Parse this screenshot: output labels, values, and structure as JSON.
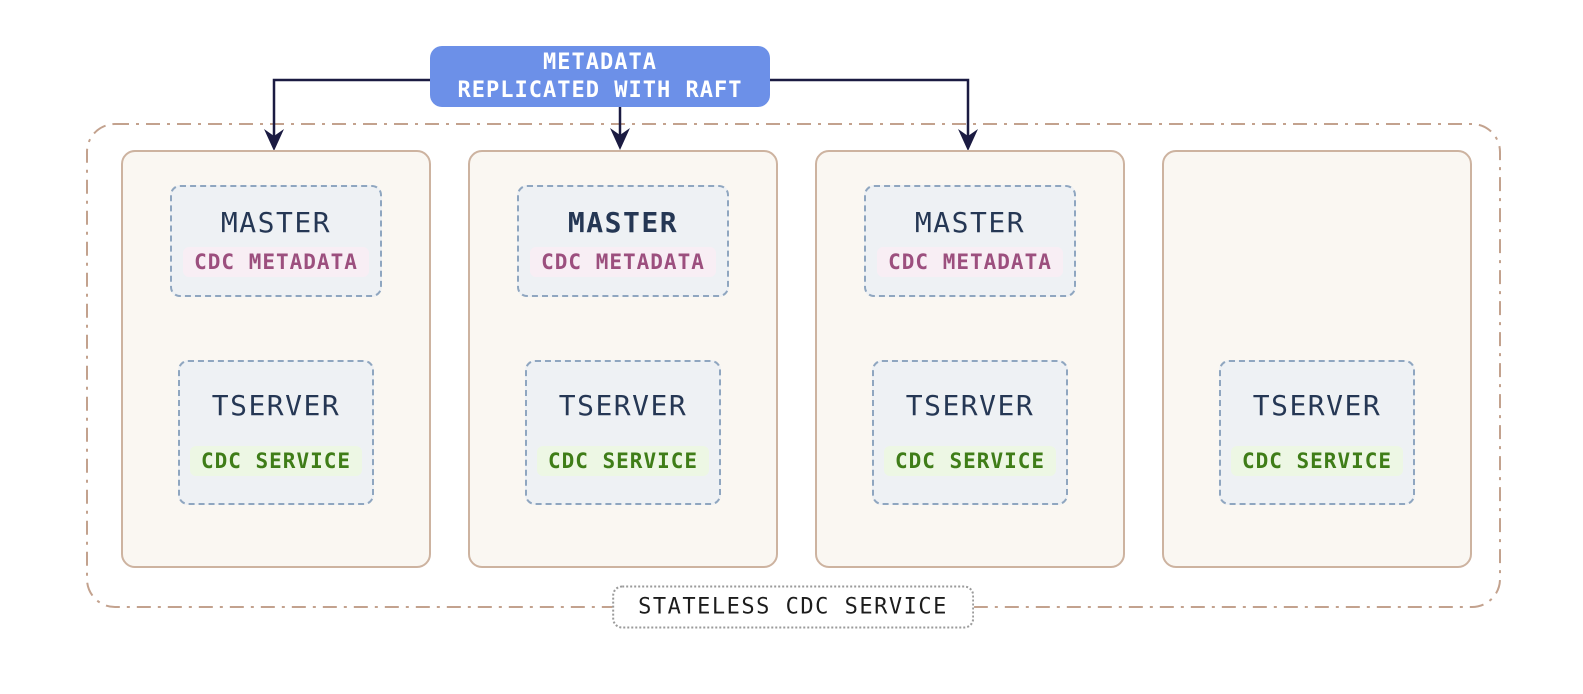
{
  "raft_box": {
    "line1": "METADATA",
    "line2": "REPLICATED WITH RAFT"
  },
  "cluster": {
    "label": "STATELESS CDC SERVICE",
    "nodes": [
      {
        "master": {
          "label": "MASTER",
          "badge": "CDC METADATA"
        },
        "tserver": {
          "label": "TSERVER",
          "badge": "CDC SERVICE"
        },
        "leader": false
      },
      {
        "master": {
          "label": "MASTER",
          "badge": "CDC METADATA"
        },
        "tserver": {
          "label": "TSERVER",
          "badge": "CDC SERVICE"
        },
        "leader": true
      },
      {
        "master": {
          "label": "MASTER",
          "badge": "CDC METADATA"
        },
        "tserver": {
          "label": "TSERVER",
          "badge": "CDC SERVICE"
        },
        "leader": false
      },
      {
        "tserver": {
          "label": "TSERVER",
          "badge": "CDC SERVICE"
        },
        "leader": false
      }
    ]
  },
  "colors": {
    "raft_box_bg": "#6c90e8",
    "connector": "#1b1b42",
    "cluster_border": "#c3a28e",
    "node_border": "#cdb3a0",
    "node_bg": "#faf7f2",
    "unit_border": "#8fa6c0",
    "unit_bg": "#eef1f4",
    "title_text": "#253754",
    "cdc_metadata_text": "#9c4f7e",
    "cdc_metadata_bg": "#f8eef4",
    "cdc_service_text": "#3f7d18",
    "cdc_service_bg": "#edf7e4"
  }
}
